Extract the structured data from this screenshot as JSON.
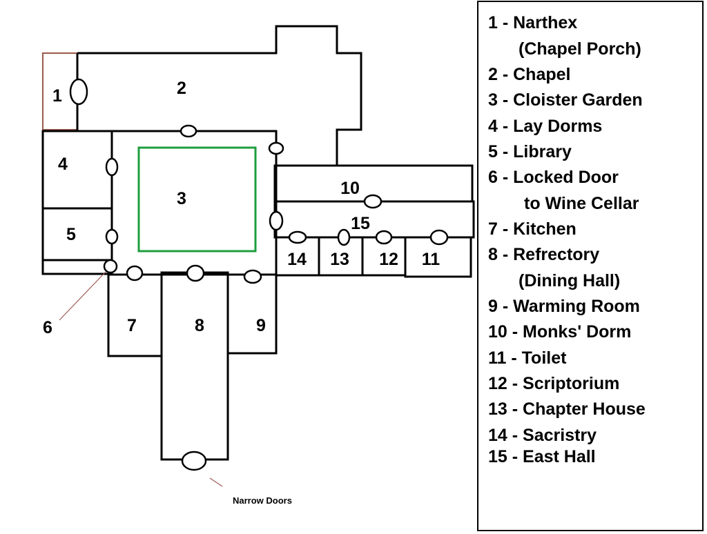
{
  "rooms": {
    "r1": "1",
    "r2": "2",
    "r3": "3",
    "r4": "4",
    "r5": "5",
    "r6": "6",
    "r7": "7",
    "r8": "8",
    "r9": "9",
    "r10": "10",
    "r11": "11",
    "r12": "12",
    "r13": "13",
    "r14": "14",
    "r15": "15"
  },
  "annotation": {
    "narrow_doors": "Narrow Doors"
  },
  "legend": [
    "1 - Narthex",
    "(Chapel Porch)",
    "2 - Chapel",
    "3 - Cloister Garden",
    "4 - Lay Dorms",
    "5 - Library",
    "6 - Locked Door",
    "to Wine Cellar",
    "7 - Kitchen",
    "8 - Refrectory",
    "(Dining Hall)",
    "9 - Warming Room",
    "10 - Monks' Dorm",
    "11 - Toilet",
    "12 - Scriptorium",
    "13 - Chapter House",
    "14 - Sacristry",
    "15 - East Hall"
  ],
  "colors": {
    "garden_outline": "#1e9e3c",
    "narthex_outline": "#9a5a4a",
    "pointer_line": "#a05a5a"
  }
}
